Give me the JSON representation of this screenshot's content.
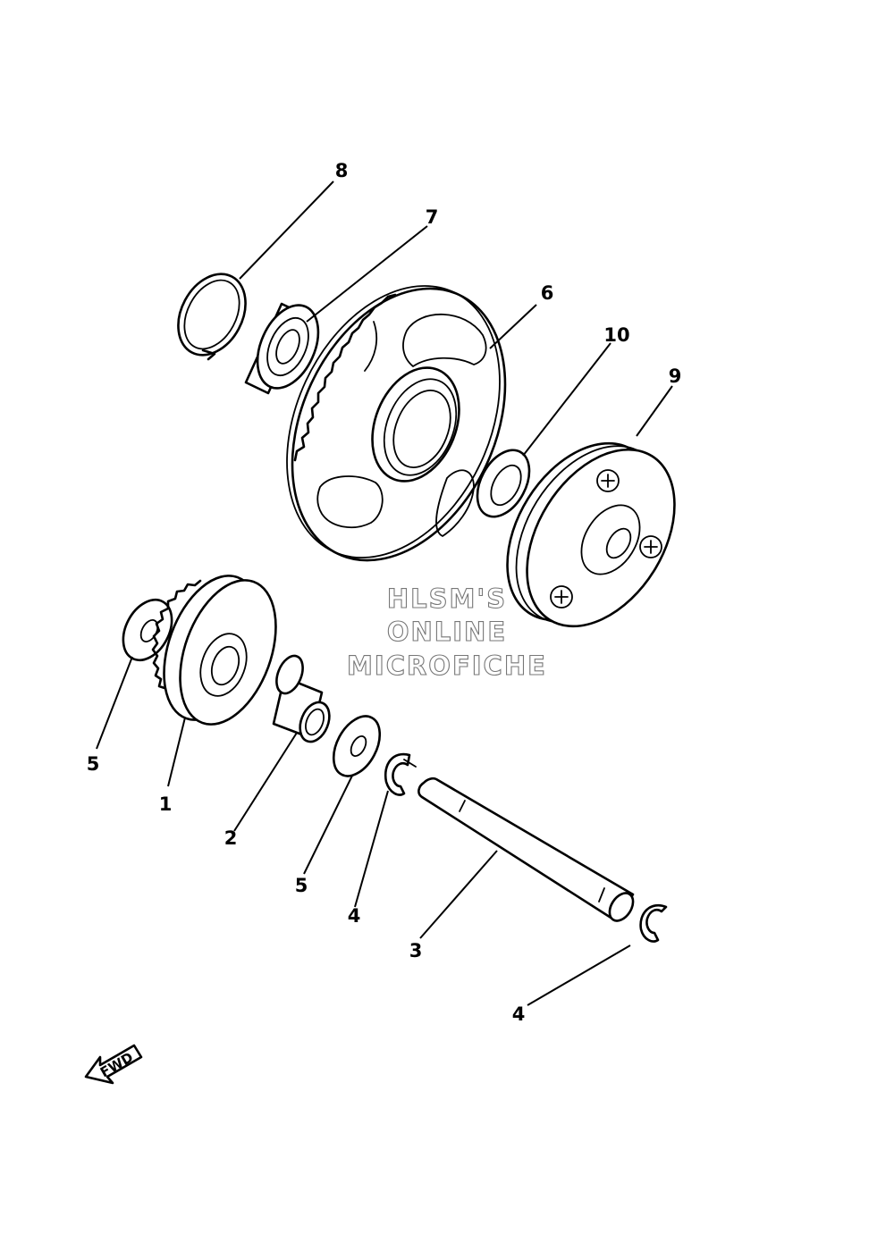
{
  "callouts": [
    {
      "id": "n8",
      "text": "8"
    },
    {
      "id": "n7",
      "text": "7"
    },
    {
      "id": "n6",
      "text": "6"
    },
    {
      "id": "n10",
      "text": "10"
    },
    {
      "id": "n9",
      "text": "9"
    },
    {
      "id": "n5a",
      "text": "5"
    },
    {
      "id": "n1",
      "text": "1"
    },
    {
      "id": "n2",
      "text": "2"
    },
    {
      "id": "n5b",
      "text": "5"
    },
    {
      "id": "n4a",
      "text": "4"
    },
    {
      "id": "n3",
      "text": "3"
    },
    {
      "id": "n4b",
      "text": "4"
    }
  ],
  "watermark": {
    "line1": "HLSM'S",
    "line2": "ONLINE",
    "line3": "MICROFICHE"
  },
  "fwd_arrow": {
    "label": "FWD"
  }
}
